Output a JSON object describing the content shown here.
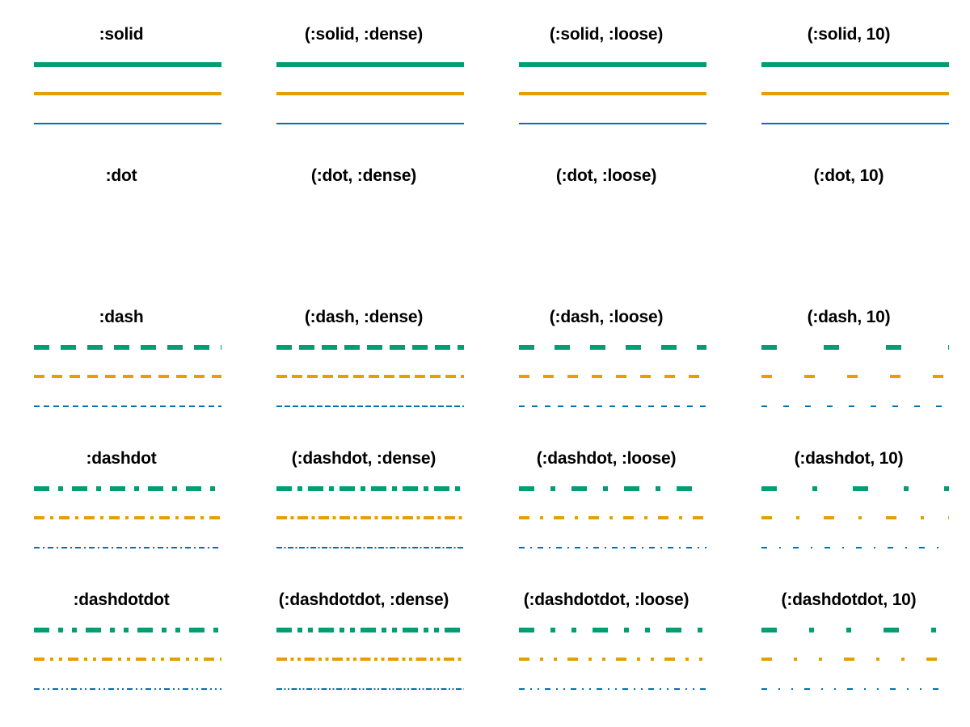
{
  "figure": {
    "kind": "linestyle-reference-grid",
    "background": "#ffffff",
    "rows": 5,
    "columns": 4
  },
  "palette": {
    "green": "#009E73",
    "orange": "#E69F00",
    "blue": "#0072B2"
  },
  "line_widths": {
    "thick": 6,
    "medium": 4,
    "thin": 2
  },
  "column_variants": [
    "",
    ":dense",
    ":loose",
    "10"
  ],
  "row_styles": [
    ":solid",
    ":dot",
    ":dash",
    ":dashdot",
    ":dashdotdot"
  ],
  "cells": [
    {
      "label": ":solid",
      "style": "solid",
      "variant": "default",
      "lines": [
        {
          "color": "#009E73",
          "width": 6,
          "pattern": "solid"
        },
        {
          "color": "#E69F00",
          "width": 4,
          "pattern": "solid"
        },
        {
          "color": "#0072B2",
          "width": 2,
          "pattern": "solid"
        }
      ]
    },
    {
      "label": "(:solid, :dense)",
      "style": "solid",
      "variant": "dense",
      "lines": [
        {
          "color": "#009E73",
          "width": 6,
          "pattern": "solid"
        },
        {
          "color": "#E69F00",
          "width": 4,
          "pattern": "solid"
        },
        {
          "color": "#0072B2",
          "width": 2,
          "pattern": "solid"
        }
      ]
    },
    {
      "label": "(:solid, :loose)",
      "style": "solid",
      "variant": "loose",
      "lines": [
        {
          "color": "#009E73",
          "width": 6,
          "pattern": "solid"
        },
        {
          "color": "#E69F00",
          "width": 4,
          "pattern": "solid"
        },
        {
          "color": "#0072B2",
          "width": 2,
          "pattern": "solid"
        }
      ]
    },
    {
      "label": "(:solid, 10)",
      "style": "solid",
      "variant": "10",
      "lines": [
        {
          "color": "#009E73",
          "width": 6,
          "pattern": "solid"
        },
        {
          "color": "#E69F00",
          "width": 4,
          "pattern": "solid"
        },
        {
          "color": "#0072B2",
          "width": 2,
          "pattern": "solid"
        }
      ]
    },
    {
      "label": ":dot",
      "style": "dot",
      "variant": "default",
      "lines": [
        {
          "color": "#009E73",
          "width": 6,
          "pattern": "dot",
          "dash": 6,
          "gap": 12
        },
        {
          "color": "#E69F00",
          "width": 4,
          "pattern": "dot",
          "dash": 4,
          "gap": 7
        },
        {
          "color": "#0072B2",
          "width": 2,
          "pattern": "dot",
          "dash": 2,
          "gap": 4
        }
      ]
    },
    {
      "label": "(:dot, :dense)",
      "style": "dot",
      "variant": "dense",
      "lines": [
        {
          "color": "#009E73",
          "width": 6,
          "pattern": "dot",
          "dash": 6,
          "gap": 8
        },
        {
          "color": "#E69F00",
          "width": 4,
          "pattern": "dot",
          "dash": 4,
          "gap": 4.5
        },
        {
          "color": "#0072B2",
          "width": 2,
          "pattern": "dot",
          "dash": 2,
          "gap": 2.5
        }
      ]
    },
    {
      "label": "(:dot, :loose)",
      "style": "dot",
      "variant": "loose",
      "lines": [
        {
          "color": "#009E73",
          "width": 6,
          "pattern": "dot",
          "dash": 6,
          "gap": 23
        },
        {
          "color": "#E69F00",
          "width": 4,
          "pattern": "dot",
          "dash": 4,
          "gap": 15
        },
        {
          "color": "#0072B2",
          "width": 2,
          "pattern": "dot",
          "dash": 2,
          "gap": 8
        }
      ]
    },
    {
      "label": "(:dot, 10)",
      "style": "dot",
      "variant": "10",
      "lines": [
        {
          "color": "#009E73",
          "width": 6,
          "pattern": "dot",
          "dash": 6,
          "gap": 54
        },
        {
          "color": "#E69F00",
          "width": 4,
          "pattern": "dot",
          "dash": 4,
          "gap": 38
        },
        {
          "color": "#0072B2",
          "width": 2,
          "pattern": "dot",
          "dash": 2,
          "gap": 19
        }
      ]
    },
    {
      "label": ":dash",
      "style": "dash",
      "variant": "default",
      "lines": [
        {
          "color": "#009E73",
          "width": 6,
          "pattern": "dash",
          "dash": 19,
          "gap": 14
        },
        {
          "color": "#E69F00",
          "width": 4,
          "pattern": "dash",
          "dash": 13,
          "gap": 9
        },
        {
          "color": "#0072B2",
          "width": 2,
          "pattern": "dash",
          "dash": 7,
          "gap": 5
        }
      ]
    },
    {
      "label": "(:dash, :dense)",
      "style": "dash",
      "variant": "dense",
      "lines": [
        {
          "color": "#009E73",
          "width": 6,
          "pattern": "dash",
          "dash": 19,
          "gap": 9
        },
        {
          "color": "#E69F00",
          "width": 4,
          "pattern": "dash",
          "dash": 13,
          "gap": 6
        },
        {
          "color": "#0072B2",
          "width": 2,
          "pattern": "dash",
          "dash": 7,
          "gap": 3
        }
      ]
    },
    {
      "label": "(:dash, :loose)",
      "style": "dash",
      "variant": "loose",
      "lines": [
        {
          "color": "#009E73",
          "width": 6,
          "pattern": "dash",
          "dash": 19,
          "gap": 25
        },
        {
          "color": "#E69F00",
          "width": 4,
          "pattern": "dash",
          "dash": 13,
          "gap": 17
        },
        {
          "color": "#0072B2",
          "width": 2,
          "pattern": "dash",
          "dash": 7,
          "gap": 9
        }
      ]
    },
    {
      "label": "(:dash, 10)",
      "style": "dash",
      "variant": "10",
      "lines": [
        {
          "color": "#009E73",
          "width": 6,
          "pattern": "dash",
          "dash": 19,
          "gap": 58
        },
        {
          "color": "#E69F00",
          "width": 4,
          "pattern": "dash",
          "dash": 13,
          "gap": 40
        },
        {
          "color": "#0072B2",
          "width": 2,
          "pattern": "dash",
          "dash": 7,
          "gap": 20
        }
      ]
    },
    {
      "label": ":dashdot",
      "style": "dashdot",
      "variant": "default",
      "lines": [
        {
          "color": "#009E73",
          "width": 6,
          "pattern": "dashdot",
          "dash": 19,
          "dot": 6,
          "gap": 11
        },
        {
          "color": "#E69F00",
          "width": 4,
          "pattern": "dashdot",
          "dash": 13,
          "dot": 4,
          "gap": 7
        },
        {
          "color": "#0072B2",
          "width": 2,
          "pattern": "dashdot",
          "dash": 7,
          "dot": 2,
          "gap": 4
        }
      ]
    },
    {
      "label": "(:dashdot, :dense)",
      "style": "dashdot",
      "variant": "dense",
      "lines": [
        {
          "color": "#009E73",
          "width": 6,
          "pattern": "dashdot",
          "dash": 19,
          "dot": 6,
          "gap": 7
        },
        {
          "color": "#E69F00",
          "width": 4,
          "pattern": "dashdot",
          "dash": 13,
          "dot": 4,
          "gap": 4.5
        },
        {
          "color": "#0072B2",
          "width": 2,
          "pattern": "dashdot",
          "dash": 7,
          "dot": 2,
          "gap": 2.5
        }
      ]
    },
    {
      "label": "(:dashdot, :loose)",
      "style": "dashdot",
      "variant": "loose",
      "lines": [
        {
          "color": "#009E73",
          "width": 6,
          "pattern": "dashdot",
          "dash": 19,
          "dot": 6,
          "gap": 20
        },
        {
          "color": "#E69F00",
          "width": 4,
          "pattern": "dashdot",
          "dash": 13,
          "dot": 4,
          "gap": 13
        },
        {
          "color": "#0072B2",
          "width": 2,
          "pattern": "dashdot",
          "dash": 7,
          "dot": 2,
          "gap": 7
        }
      ]
    },
    {
      "label": "(:dashdot, 10)",
      "style": "dashdot",
      "variant": "10",
      "lines": [
        {
          "color": "#009E73",
          "width": 6,
          "pattern": "dashdot",
          "dash": 19,
          "dot": 6,
          "gap": 44
        },
        {
          "color": "#E69F00",
          "width": 4,
          "pattern": "dashdot",
          "dash": 13,
          "dot": 4,
          "gap": 30
        },
        {
          "color": "#0072B2",
          "width": 2,
          "pattern": "dashdot",
          "dash": 7,
          "dot": 2,
          "gap": 15
        }
      ]
    },
    {
      "label": ":dashdotdot",
      "style": "dashdotdot",
      "variant": "default",
      "lines": [
        {
          "color": "#009E73",
          "width": 6,
          "pattern": "dashdotdot",
          "dash": 19,
          "dot": 6,
          "gap": 11
        },
        {
          "color": "#E69F00",
          "width": 4,
          "pattern": "dashdotdot",
          "dash": 13,
          "dot": 4,
          "gap": 7
        },
        {
          "color": "#0072B2",
          "width": 2,
          "pattern": "dashdotdot",
          "dash": 7,
          "dot": 2,
          "gap": 4
        }
      ]
    },
    {
      "label": "(:dashdotdot, :dense)",
      "style": "dashdotdot",
      "variant": "dense",
      "lines": [
        {
          "color": "#009E73",
          "width": 6,
          "pattern": "dashdotdot",
          "dash": 19,
          "dot": 6,
          "gap": 7
        },
        {
          "color": "#E69F00",
          "width": 4,
          "pattern": "dashdotdot",
          "dash": 13,
          "dot": 4,
          "gap": 4.5
        },
        {
          "color": "#0072B2",
          "width": 2,
          "pattern": "dashdotdot",
          "dash": 7,
          "dot": 2,
          "gap": 2.5
        }
      ]
    },
    {
      "label": "(:dashdotdot, :loose)",
      "style": "dashdotdot",
      "variant": "loose",
      "lines": [
        {
          "color": "#009E73",
          "width": 6,
          "pattern": "dashdotdot",
          "dash": 19,
          "dot": 6,
          "gap": 20
        },
        {
          "color": "#E69F00",
          "width": 4,
          "pattern": "dashdotdot",
          "dash": 13,
          "dot": 4,
          "gap": 13
        },
        {
          "color": "#0072B2",
          "width": 2,
          "pattern": "dashdotdot",
          "dash": 7,
          "dot": 2,
          "gap": 7
        }
      ]
    },
    {
      "label": "(:dashdotdot, 10)",
      "style": "dashdotdot",
      "variant": "10",
      "lines": [
        {
          "color": "#009E73",
          "width": 6,
          "pattern": "dashdotdot",
          "dash": 19,
          "dot": 6,
          "gap": 40
        },
        {
          "color": "#E69F00",
          "width": 4,
          "pattern": "dashdotdot",
          "dash": 13,
          "dot": 4,
          "gap": 27
        },
        {
          "color": "#0072B2",
          "width": 2,
          "pattern": "dashdotdot",
          "dash": 7,
          "dot": 2,
          "gap": 14
        }
      ]
    }
  ]
}
